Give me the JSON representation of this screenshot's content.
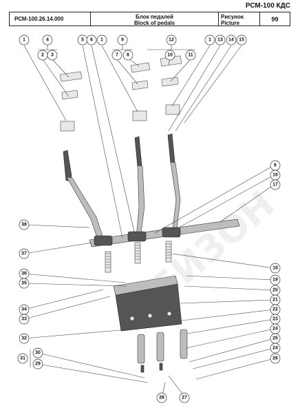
{
  "header": {
    "doc_code": "РСМ-100 КДС",
    "part_number": "РСМ-100.26.14.000",
    "title_ru": "Блок педалей",
    "title_en": "Block of pedals",
    "picture_label_ru": "Рисунок",
    "picture_label_en": "Picture",
    "picture_number": "99"
  },
  "watermark": "©БИЗОН",
  "callouts": [
    "1",
    "2",
    "3",
    "4",
    "5",
    "6",
    "1",
    "7",
    "8",
    "9",
    "10",
    "11",
    "12",
    "1",
    "13",
    "14",
    "15",
    "6",
    "16",
    "17",
    "38",
    "37",
    "36",
    "35",
    "34",
    "33",
    "32",
    "18",
    "19",
    "20",
    "21",
    "22",
    "23",
    "24",
    "25",
    "24",
    "26",
    "27",
    "28",
    "29",
    "30",
    "31"
  ]
}
